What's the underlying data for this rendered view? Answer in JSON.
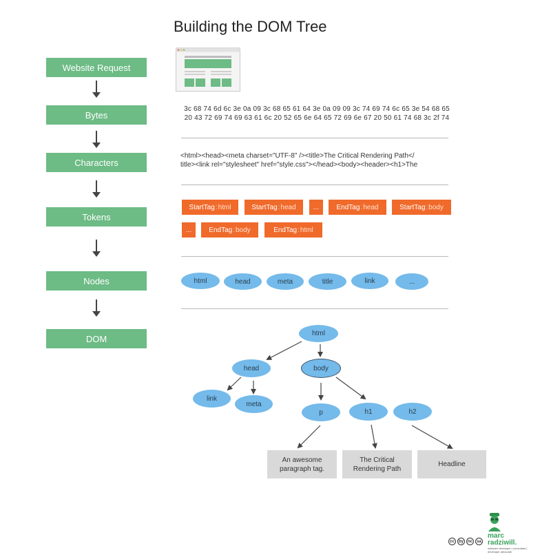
{
  "title": "Building the DOM Tree",
  "steps": [
    "Website Request",
    "Bytes",
    "Characters",
    "Tokens",
    "Nodes",
    "DOM"
  ],
  "bytes": {
    "line1": "3c 68 74 6d 6c 3e 0a 09 3c 68 65 61 64 3e 0a 09 09 3c 74 69 74 6c 65 3e 54 68 65",
    "line2": "20 43 72 69 74 69 63 61 6c 20 52 65 6e 64 65 72 69 6e 67 20 50 61 74 68 3c 2f 74"
  },
  "characters": {
    "line1": "<html><head><meta charset=\"UTF-8\" /><title>The Critical Rendering Path</",
    "line2": "title><link rel=\"stylesheet\" href=\"style.css\"></head><body><header><h1>The"
  },
  "tokens": [
    {
      "kind": "StartTag",
      "sep": ":",
      "value": "html"
    },
    {
      "kind": "StartTag",
      "sep": ":",
      "value": "head"
    },
    {
      "kind": "...",
      "sep": "",
      "value": ""
    },
    {
      "kind": "EndTag",
      "sep": ":",
      "value": "head"
    },
    {
      "kind": "StartTag",
      "sep": ":",
      "value": "body"
    },
    {
      "kind": "...",
      "sep": "",
      "value": ""
    },
    {
      "kind": "EndTag",
      "sep": ":",
      "value": "body"
    },
    {
      "kind": "EndTag",
      "sep": ":",
      "value": "html"
    }
  ],
  "nodes": [
    "html",
    "head",
    "meta",
    "title",
    "link",
    "..."
  ],
  "dom": {
    "html": "html",
    "head": "head",
    "body": "body",
    "link": "link",
    "meta": "meta",
    "p": "p",
    "h1": "h1",
    "h2": "h2",
    "p_text": "An awesome\nparagraph tag.",
    "h1_text": "The Critical\nRendering Path",
    "h2_text": "Headline"
  },
  "brand": {
    "name1": "marc",
    "name2": "radziwill.",
    "tagline": "software developer | consultant | developer advocate"
  },
  "license_icons": [
    "cc",
    "by",
    "nc",
    "sa"
  ],
  "colors": {
    "step": "#6dbb85",
    "token": "#f06a2b",
    "node": "#74baea",
    "leaf": "#d9d9d9"
  }
}
